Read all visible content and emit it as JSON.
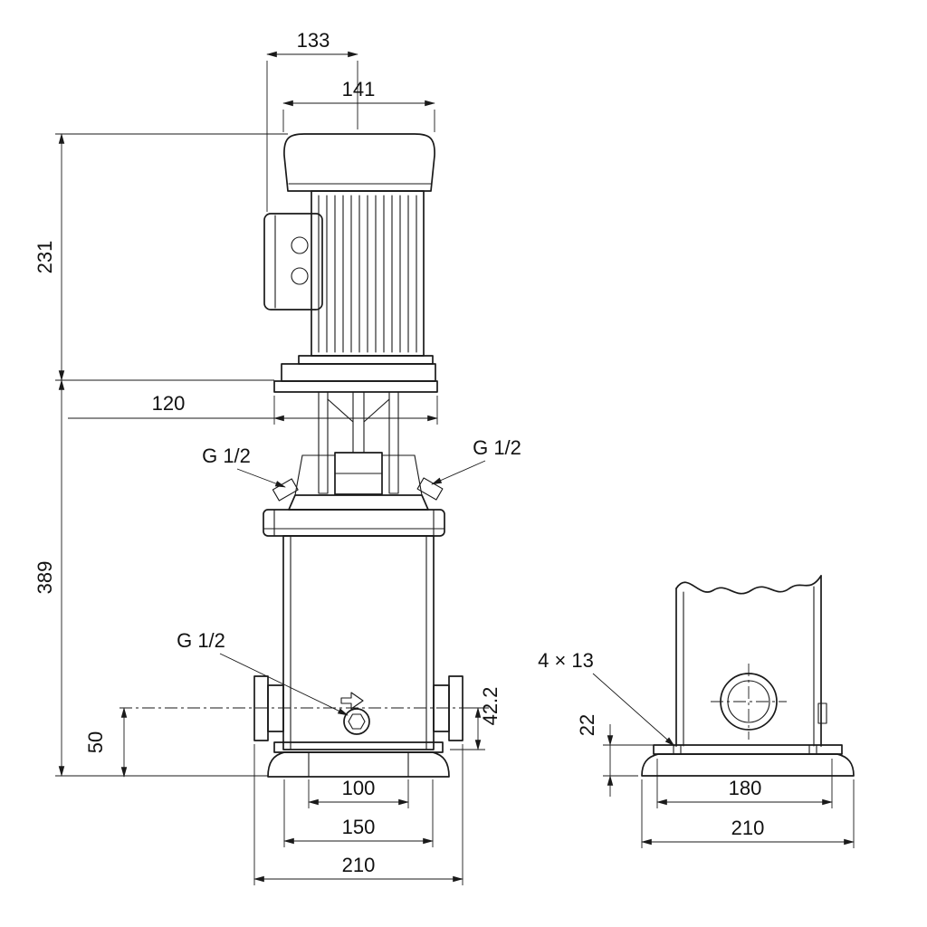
{
  "dims": {
    "front": {
      "d133": "133",
      "d141": "141",
      "d231": "231",
      "d120": "120",
      "d389": "389",
      "plug_top_left": "G 1/2",
      "plug_top_right": "G 1/2",
      "plug_drain": "G 1/2",
      "d42_2": "42.2",
      "d50": "50",
      "d100": "100",
      "d150": "150",
      "d210": "210"
    },
    "side": {
      "holes": "4 × 13",
      "d22": "22",
      "d180": "180",
      "d210": "210"
    }
  },
  "colors": {
    "line": "#1a1a1a",
    "background": "#ffffff"
  }
}
